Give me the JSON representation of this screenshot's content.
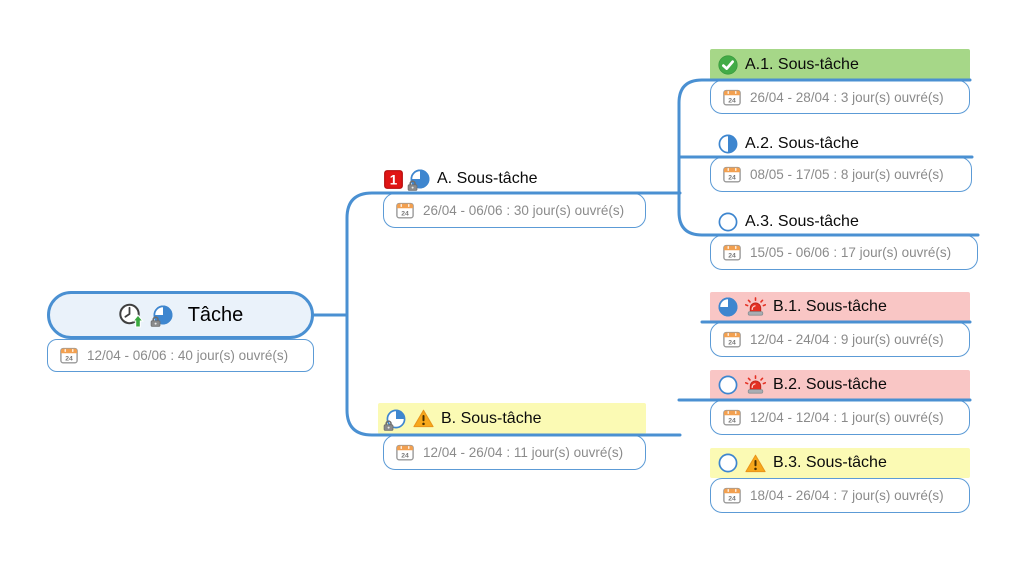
{
  "app": "mindmap-task-planner",
  "colors": {
    "edge": "#4a90d2",
    "root_fill": "#eaf2fa",
    "green": "#a6d788",
    "pink": "#f9c6c5",
    "yellow": "#fbfab4",
    "date_text": "#8b8b8b",
    "pie_blue": "#3e86cf",
    "priority_red": "#e01414",
    "warning_orange": "#f7a81b",
    "ok_green": "#43ab47",
    "alarm_red": "#e43023"
  },
  "calendar_icon_label": "24",
  "nodes": {
    "root": {
      "label": "Tâche",
      "icons": [
        "clock-later-icon",
        "progress-75-locked-icon"
      ],
      "date": "12/04 - 06/06 : 40 jour(s) ouvré(s)"
    },
    "a": {
      "label": "A. Sous-tâche",
      "icons": [
        "priority-1-icon",
        "progress-75-locked-icon"
      ],
      "date": "26/04 - 06/06 : 30 jour(s) ouvré(s)"
    },
    "a1": {
      "label": "A.1. Sous-tâche",
      "icons": [
        "ok-icon"
      ],
      "highlight": "green",
      "date": "26/04 - 28/04 : 3 jour(s) ouvré(s)"
    },
    "a2": {
      "label": "A.2. Sous-tâche",
      "icons": [
        "progress-50-icon"
      ],
      "date": "08/05 - 17/05 : 8 jour(s) ouvré(s)"
    },
    "a3": {
      "label": "A.3. Sous-tâche",
      "icons": [
        "progress-0-icon"
      ],
      "date": "15/05 - 06/06 : 17 jour(s) ouvré(s)"
    },
    "b": {
      "label": "B. Sous-tâche",
      "icons": [
        "progress-25-locked-icon",
        "warning-icon"
      ],
      "highlight": "yellow",
      "date": "12/04 - 26/04 : 11 jour(s) ouvré(s)"
    },
    "b1": {
      "label": "B.1. Sous-tâche",
      "icons": [
        "progress-75-icon",
        "alarm-icon"
      ],
      "highlight": "pink",
      "date": "12/04 - 24/04 : 9 jour(s) ouvré(s)"
    },
    "b2": {
      "label": "B.2. Sous-tâche",
      "icons": [
        "progress-0-icon",
        "alarm-icon"
      ],
      "highlight": "pink",
      "date": "12/04 - 12/04 : 1 jour(s) ouvré(s)"
    },
    "b3": {
      "label": "B.3. Sous-tâche",
      "icons": [
        "progress-0-icon",
        "warning-icon"
      ],
      "highlight": "yellow",
      "date": "18/04 - 26/04 : 7 jour(s) ouvré(s)"
    }
  }
}
